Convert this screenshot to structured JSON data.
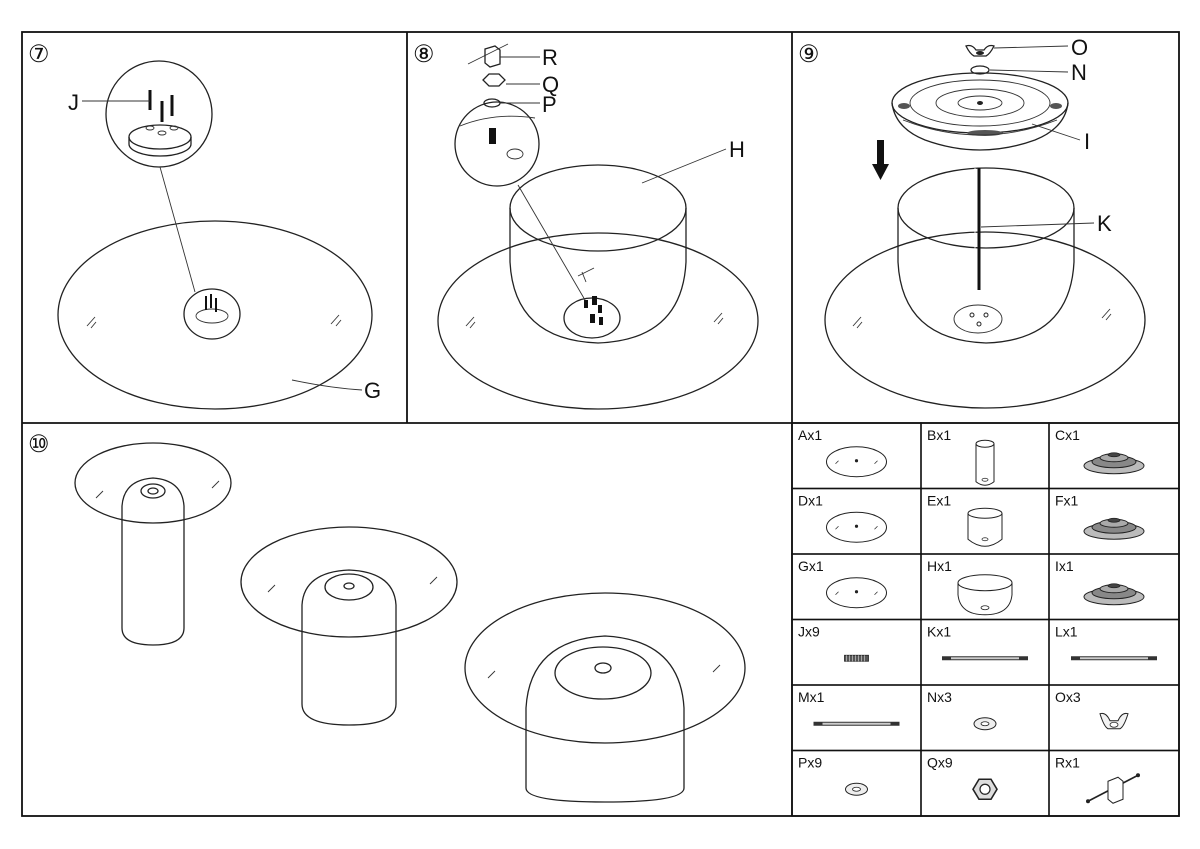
{
  "steps": {
    "s7": {
      "number": "⑦",
      "labels": {
        "j": "J",
        "g": "G"
      }
    },
    "s8": {
      "number": "⑧",
      "labels": {
        "r": "R",
        "q": "Q",
        "p": "P",
        "h": "H"
      }
    },
    "s9": {
      "number": "⑨",
      "labels": {
        "o": "O",
        "n": "N",
        "i": "I",
        "k": "K"
      }
    },
    "s10": {
      "number": "⑩"
    }
  },
  "parts": [
    {
      "id": "A",
      "label": "Ax1",
      "icon": "glass-top-icon"
    },
    {
      "id": "B",
      "label": "Bx1",
      "icon": "tall-cylinder-base-icon"
    },
    {
      "id": "C",
      "label": "Cx1",
      "icon": "base-plate-icon"
    },
    {
      "id": "D",
      "label": "Dx1",
      "icon": "glass-top-icon"
    },
    {
      "id": "E",
      "label": "Ex1",
      "icon": "medium-cylinder-base-icon"
    },
    {
      "id": "F",
      "label": "Fx1",
      "icon": "base-plate-icon"
    },
    {
      "id": "G",
      "label": "Gx1",
      "icon": "glass-top-icon"
    },
    {
      "id": "H",
      "label": "Hx1",
      "icon": "short-dome-base-icon"
    },
    {
      "id": "I",
      "label": "Ix1",
      "icon": "base-plate-icon"
    },
    {
      "id": "J",
      "label": "Jx9",
      "icon": "short-bolt-icon"
    },
    {
      "id": "K",
      "label": "Kx1",
      "icon": "threaded-rod-icon"
    },
    {
      "id": "L",
      "label": "Lx1",
      "icon": "threaded-rod-icon"
    },
    {
      "id": "M",
      "label": "Mx1",
      "icon": "threaded-rod-icon"
    },
    {
      "id": "N",
      "label": "Nx3",
      "icon": "washer-icon"
    },
    {
      "id": "O",
      "label": "Ox3",
      "icon": "wing-nut-icon"
    },
    {
      "id": "P",
      "label": "Px9",
      "icon": "washer-icon"
    },
    {
      "id": "Q",
      "label": "Qx9",
      "icon": "hex-nut-icon"
    },
    {
      "id": "R",
      "label": "Rx1",
      "icon": "socket-wrench-icon"
    }
  ]
}
